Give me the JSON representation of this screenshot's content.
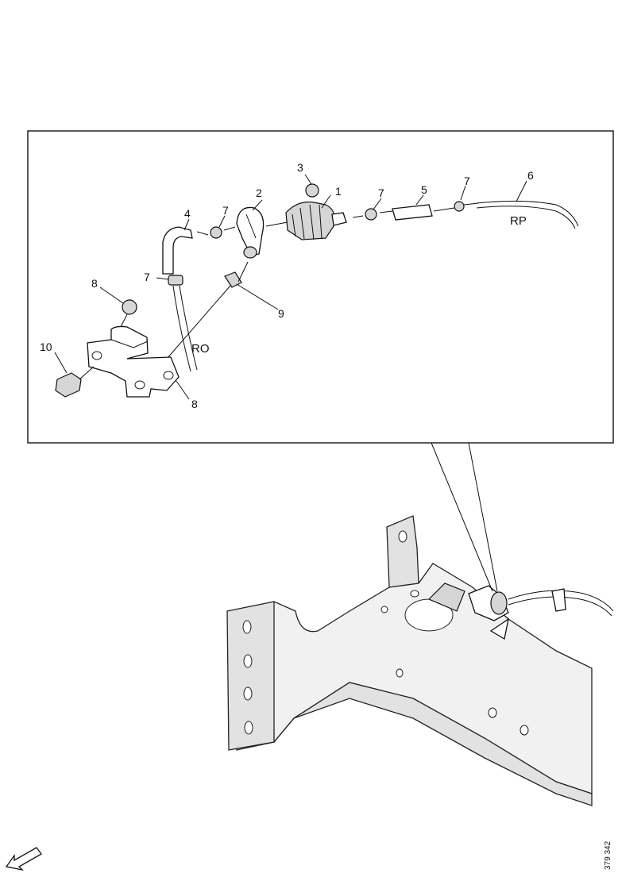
{
  "callouts": [
    "1",
    "2",
    "3",
    "4",
    "5",
    "6",
    "7",
    "7",
    "7",
    "7",
    "8",
    "8",
    "9",
    "10"
  ],
  "tags": {
    "rp": "RP",
    "ro": "RO"
  },
  "reference": "379 342",
  "icons": {
    "direction": "arrow-icon"
  }
}
